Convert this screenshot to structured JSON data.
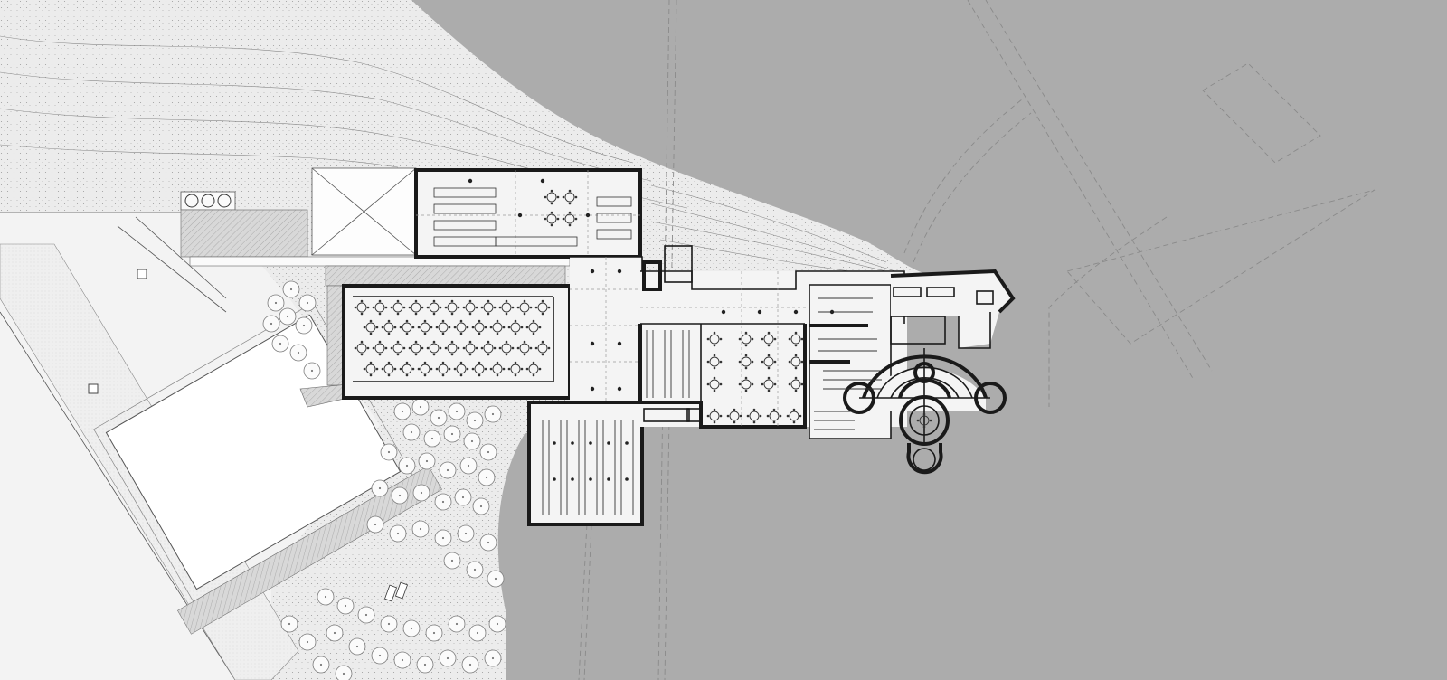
{
  "colors": {
    "water": "#acacac",
    "land": "#e9e9e9",
    "land_light": "#f3f3f3",
    "building_floor": "#f6f6f6",
    "wall": "#1a1a1a",
    "tree_outline": "#7a7a7a"
  },
  "layers": [
    "landscape",
    "water",
    "trees",
    "parking",
    "building",
    "furniture",
    "grid"
  ]
}
